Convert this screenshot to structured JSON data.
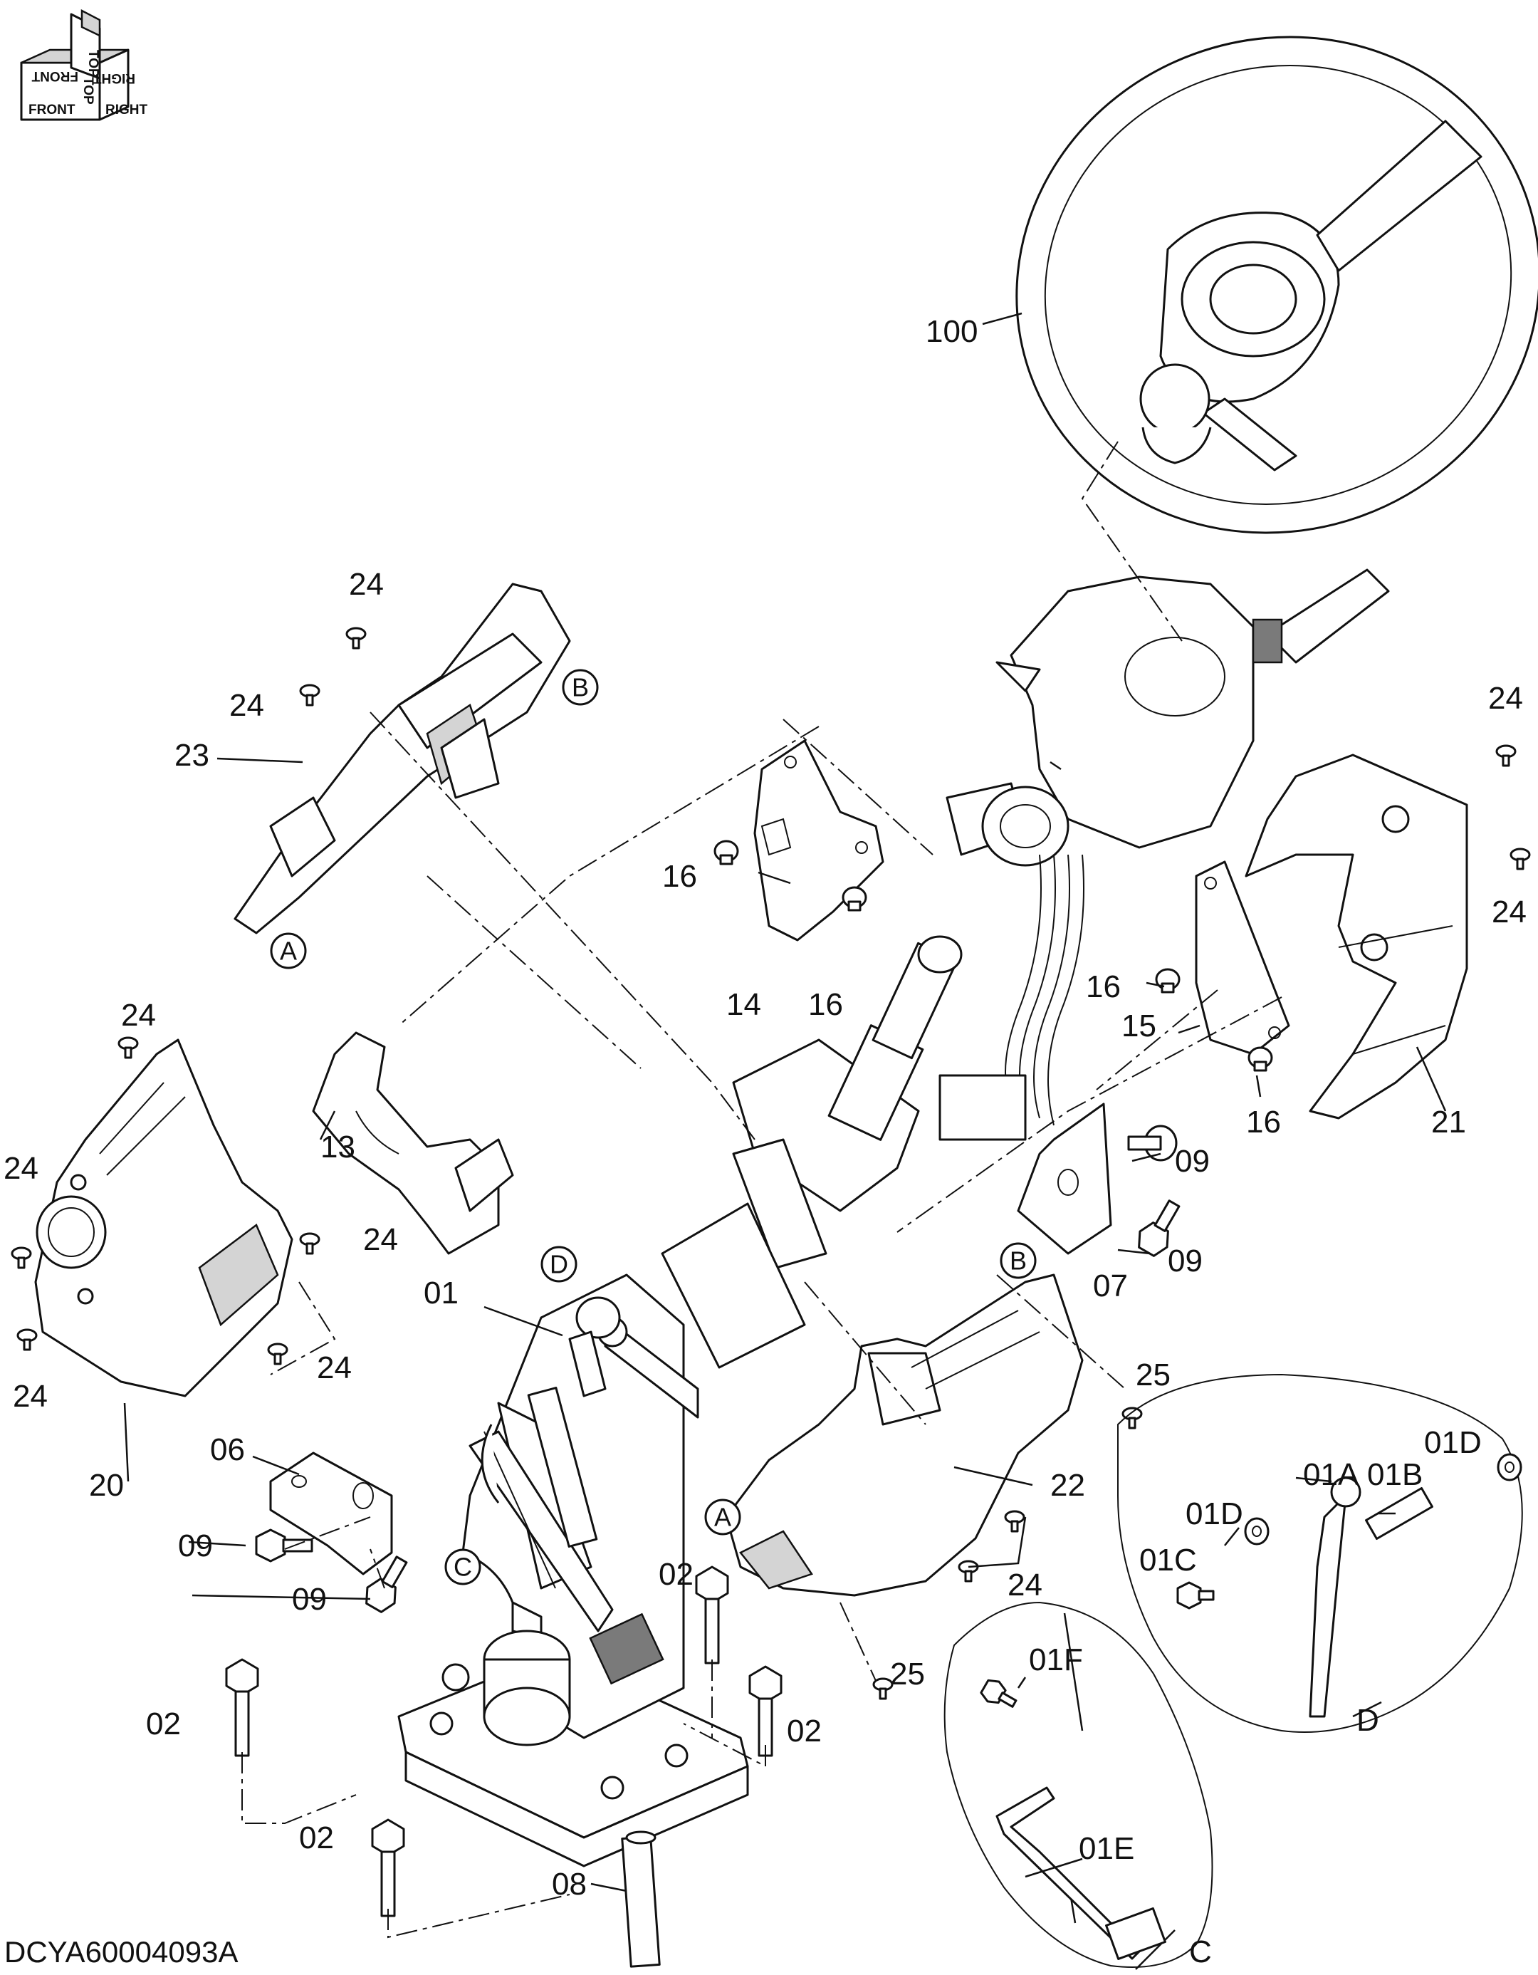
{
  "drawing_code": "DCYA60004093A",
  "orientation_labels": {
    "top": "TOP",
    "front": "FRONT",
    "right": "RIGHT",
    "mirrored_top": "TOP",
    "mirrored_front": "FRONT",
    "mirrored_right": "RIGHT"
  },
  "callouts": {
    "p100": "100",
    "p24_a": "24",
    "p24_b": "24",
    "p24_c": "24",
    "p24_d": "24",
    "p24_e": "24",
    "p24_f": "24",
    "p24_g": "24",
    "p24_h": "24",
    "p24_i": "24",
    "p24_j": "24",
    "p23": "23",
    "p16_a": "16",
    "p16_b": "16",
    "p16_c": "16",
    "p16_d": "16",
    "p14": "14",
    "p15": "15",
    "p21": "21",
    "p13": "13",
    "p20": "20",
    "p01": "01",
    "p09_a": "09",
    "p09_b": "09",
    "p09_c": "09",
    "p09_d": "09",
    "p07": "07",
    "p06": "06",
    "p25_a": "25",
    "p25_b": "25",
    "p22": "22",
    "p02_a": "02",
    "p02_b": "02",
    "p02_c": "02",
    "p02_d": "02",
    "p08": "08",
    "p01A": "01A",
    "p01B": "01B",
    "p01C": "01C",
    "p01D_a": "01D",
    "p01D_b": "01D",
    "p01E": "01E",
    "p01F": "01F"
  },
  "reference_circles": {
    "A": "A",
    "B": "B",
    "C": "C",
    "D": "D"
  },
  "detail_labels": {
    "C": "C",
    "D": "D"
  }
}
